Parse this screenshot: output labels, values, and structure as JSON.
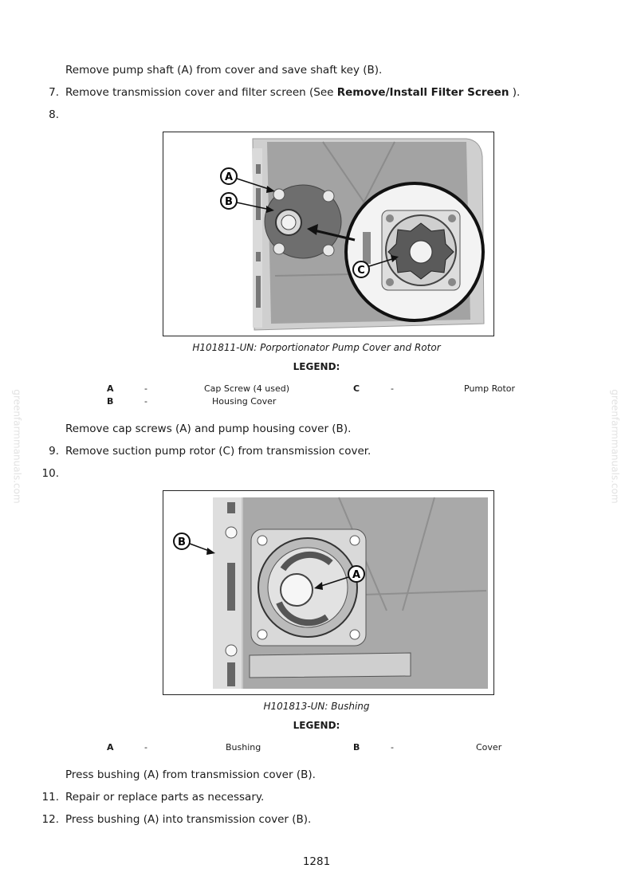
{
  "steps": {
    "step7_pre": "Remove pump shaft (A) from cover and save shaft key (B).",
    "step7_num": "7.",
    "step7_text": "Remove transmission cover and filter screen (See ",
    "step7_link": "Remove/Install Filter Screen",
    "step7_tail": " ).",
    "step8_num": "8.",
    "step8_after": "Remove cap screws (A) and pump housing cover (B).",
    "step9_num": "9.",
    "step9_text": "Remove suction pump rotor (C) from transmission cover.",
    "step10_num": "10.",
    "step10_after": "Press bushing (A) from transmission cover (B).",
    "step11_num": "11.",
    "step11_text": "Repair or replace parts as necessary.",
    "step12_num": "12.",
    "step12_text": "Press bushing (A) into transmission cover (B)."
  },
  "figure1": {
    "caption": "H101811-UN: Porportionator Pump Cover and Rotor",
    "legend_title": "LEGEND:",
    "callouts": [
      "A",
      "B",
      "C"
    ],
    "legend": [
      {
        "key": "A",
        "dash": "-",
        "desc": "Cap Screw (4 used)"
      },
      {
        "key": "B",
        "dash": "-",
        "desc": "Housing Cover"
      },
      {
        "key": "C",
        "dash": "-",
        "desc": "Pump Rotor"
      }
    ]
  },
  "figure2": {
    "caption": "H101813-UN: Bushing",
    "legend_title": "LEGEND:",
    "callouts": [
      "A",
      "B"
    ],
    "legend": [
      {
        "key": "A",
        "dash": "-",
        "desc": "Bushing"
      },
      {
        "key": "B",
        "dash": "-",
        "desc": "Cover"
      }
    ]
  },
  "watermark": "greenfarmmanuals.com",
  "page_number": "1281"
}
